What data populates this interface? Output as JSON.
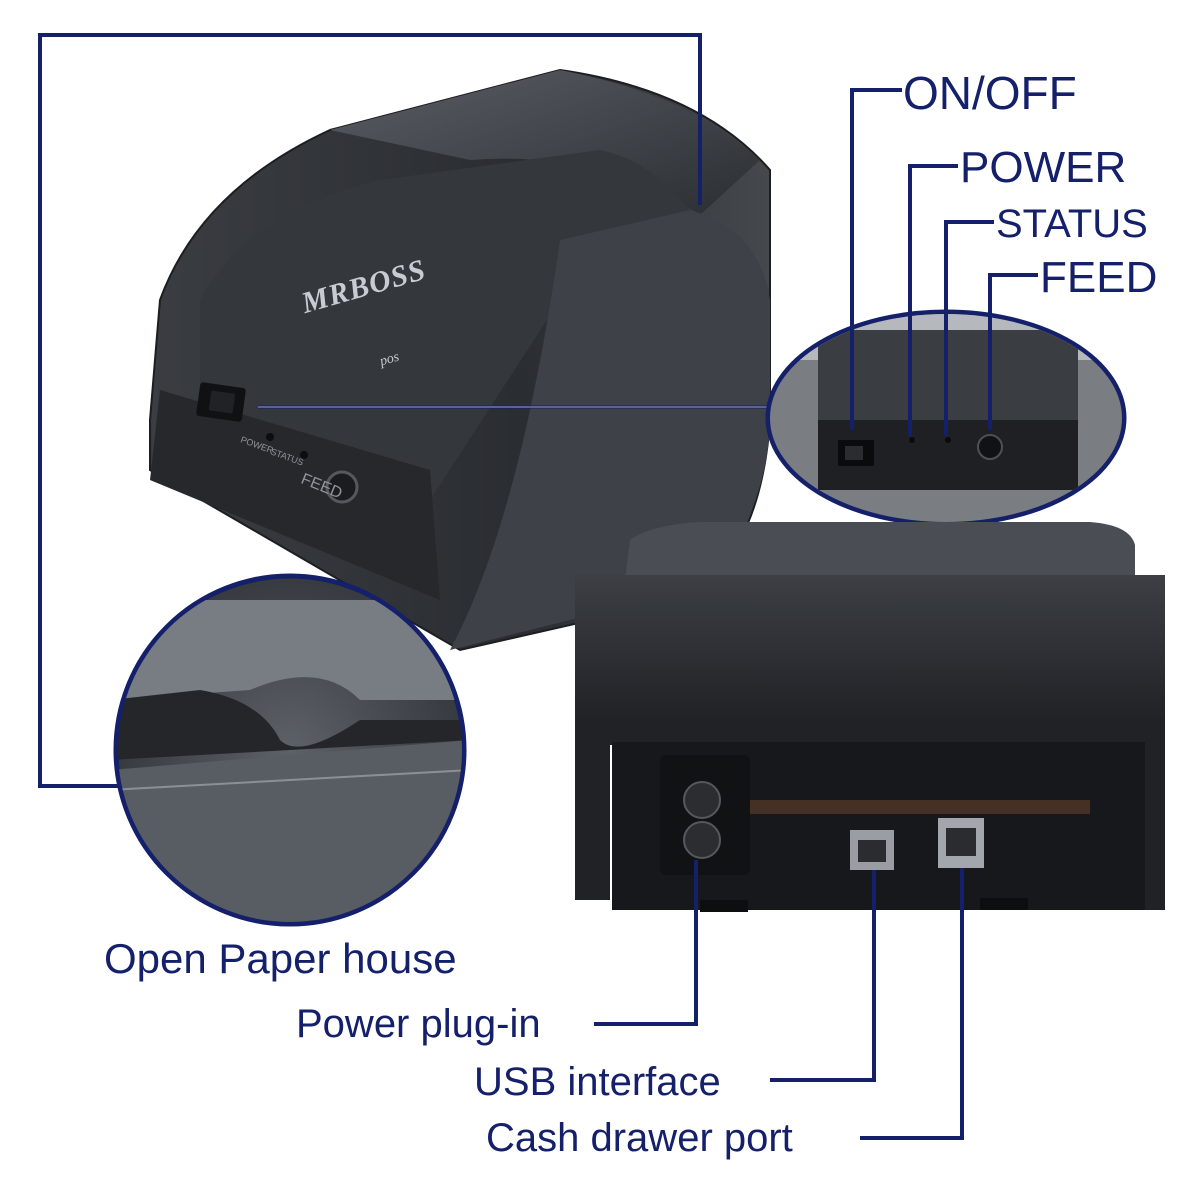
{
  "labels": {
    "on_off": "ON/OFF",
    "power": "POWER",
    "status": "STATUS",
    "feed": "FEED",
    "open_paper_house": "Open Paper house",
    "power_plug_in": "Power plug-in",
    "usb_interface": "USB interface",
    "cash_drawer_port": "Cash drawer port"
  },
  "printer": {
    "logo": "MRBOSS",
    "logo_sub": "pos",
    "panel_power": "POWER",
    "panel_status": "STATUS",
    "panel_feed": "FEED"
  },
  "colors": {
    "label_text": "#15206a",
    "leader_line": "#15206a",
    "printer_body": "#2e3136",
    "printer_lid": "#474b51"
  }
}
